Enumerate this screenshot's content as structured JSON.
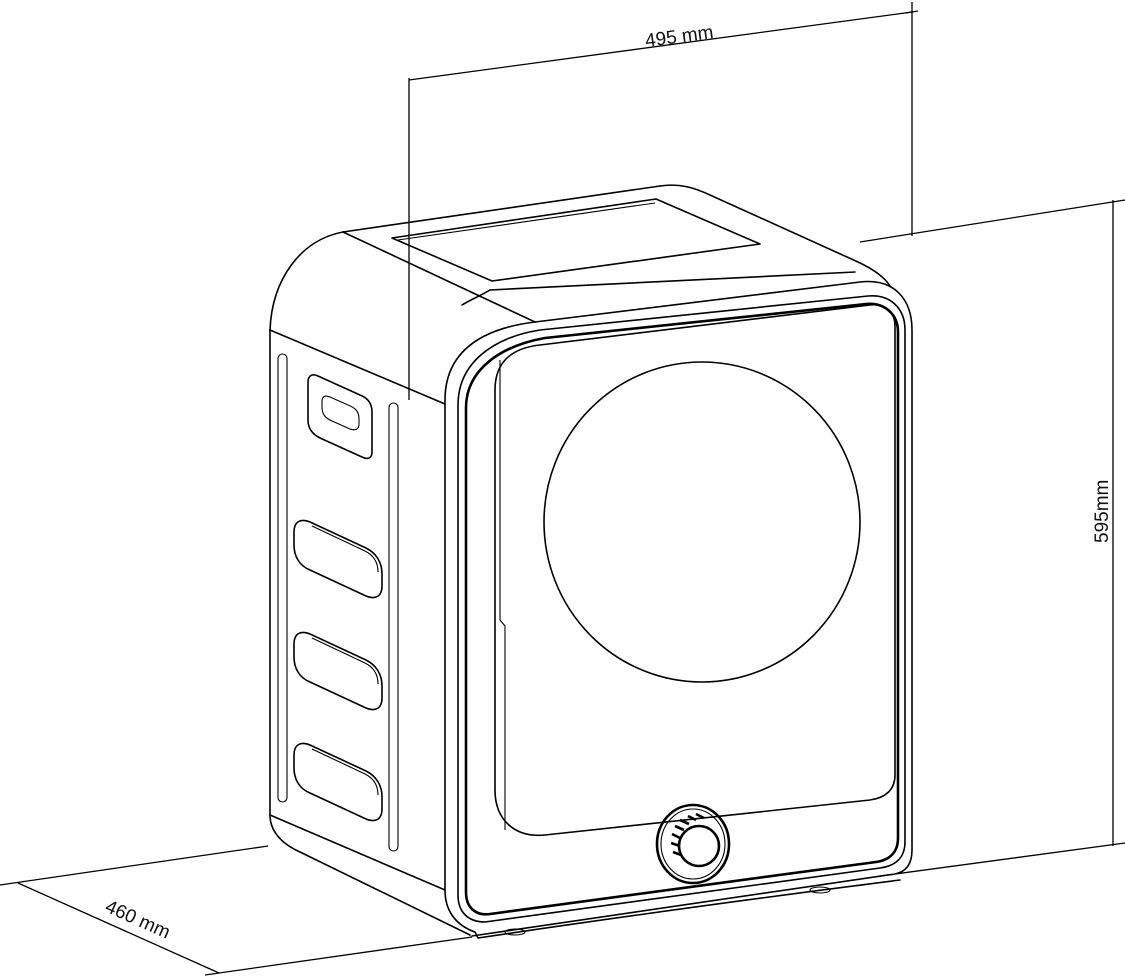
{
  "diagram": {
    "subject": "Compact tumble dryer — dimension drawing",
    "style": "black line art on white",
    "colors": {
      "line": "#000000",
      "background": "#ffffff",
      "text": "#111111"
    },
    "dimensions": {
      "width": {
        "label": "495 mm",
        "value": 495,
        "unit": "mm"
      },
      "height": {
        "label": "595mm",
        "value": 595,
        "unit": "mm"
      },
      "depth": {
        "label": "460 mm",
        "value": 460,
        "unit": "mm"
      }
    },
    "parts": [
      "top-panel",
      "front-door",
      "door-window",
      "control-knob",
      "side-handle-recess",
      "side-vents",
      "side-grooves",
      "feet"
    ]
  }
}
